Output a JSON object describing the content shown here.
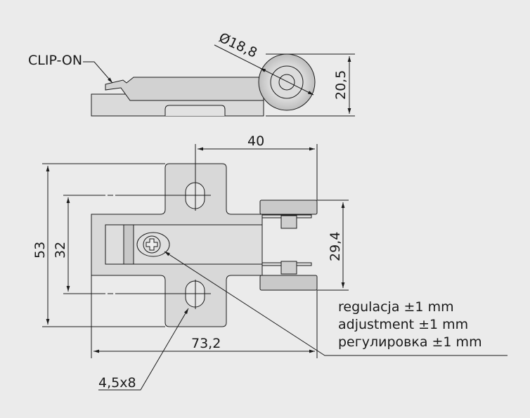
{
  "labels": {
    "clip_on": "CLIP-ON",
    "diameter": "Ø18,8",
    "height_side": "20,5",
    "width_40": "40",
    "height_53": "53",
    "spacing_32": "32",
    "arm_29_4": "29,4",
    "length_73_2": "73,2",
    "slot": "4,5x8",
    "adjustment": [
      "regulacja  ±1 mm",
      "adjustment ±1 mm",
      "регулировка ±1 mm"
    ]
  },
  "colors": {
    "background": "#ebebeb",
    "part": "#d6d6d6",
    "line": "#1a1a1a"
  }
}
